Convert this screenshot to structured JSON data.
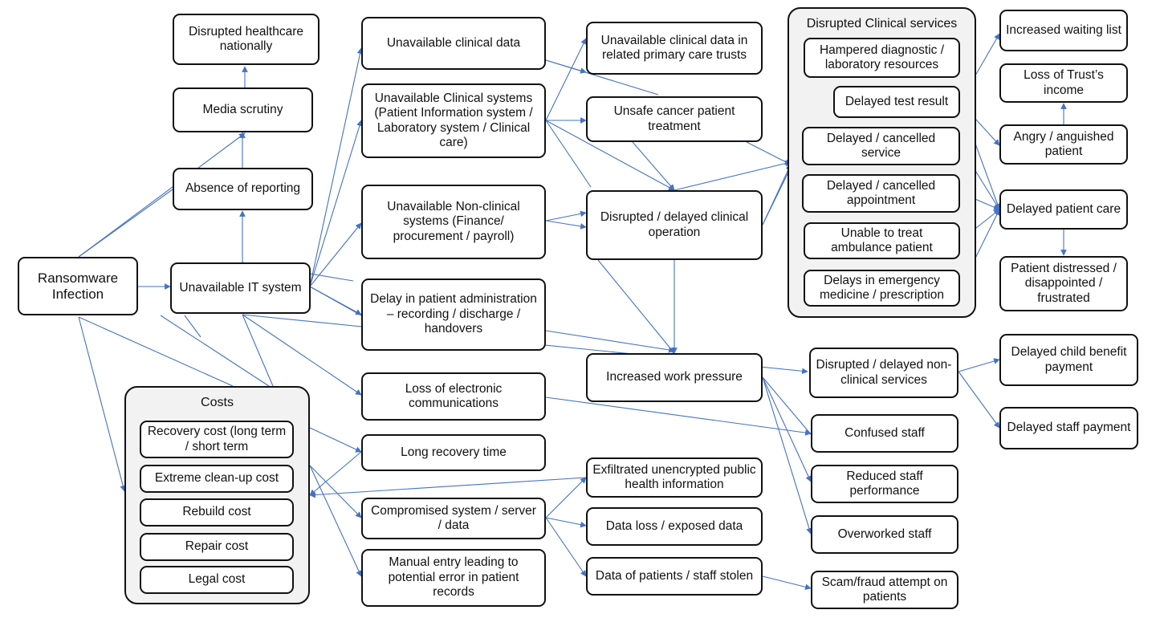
{
  "nodes": {
    "ransomware": "Ransomware Infection",
    "unavailable_it": "Unavailable IT system",
    "absence_reporting": "Absence of reporting",
    "media_scrutiny": "Media scrutiny",
    "disrupted_healthcare": "Disrupted healthcare nationally",
    "unavailable_clinical_data": "Unavailable clinical data",
    "unavailable_clinical_systems": "Unavailable Clinical systems (Patient Information system / Laboratory system / Clinical care)",
    "unavailable_nonclinical": "Unavailable Non-clinical systems (Finance/ procurement / payroll)",
    "delay_admin": "Delay in patient administration – recording / discharge / handovers",
    "loss_comms": "Loss of electronic communications",
    "long_recovery": "Long recovery time",
    "compromised": "Compromised system / server / data",
    "manual_entry": "Manual entry leading to potential error in patient records",
    "unavailable_primary": "Unavailable clinical data in related primary care trusts",
    "unsafe_cancer": "Unsafe cancer patient treatment",
    "disrupted_clinical_op": "Disrupted / delayed clinical operation",
    "increased_pressure": "Increased work pressure",
    "exfiltrated": "Exfiltrated unencrypted public health information",
    "data_loss": "Data loss / exposed data",
    "data_stolen": "Data of patients / staff stolen",
    "hampered_diag": "Hampered diagnostic / laboratory resources",
    "delayed_test": "Delayed test result",
    "delayed_service": "Delayed / cancelled service",
    "delayed_appointment": "Delayed / cancelled appointment",
    "unable_ambulance": "Unable to treat ambulance patient",
    "delays_emergency": "Delays in emergency medicine / prescription",
    "disrupted_nonclinical_services": "Disrupted / delayed non-clinical services",
    "confused_staff": "Confused staff",
    "reduced_perf": "Reduced staff performance",
    "overworked": "Overworked staff",
    "scam": "Scam/fraud attempt on patients",
    "waiting_list": "Increased waiting list",
    "loss_income": "Loss of Trust’s income",
    "angry_patient": "Angry / anguished patient",
    "delayed_care": "Delayed patient care",
    "patient_distressed": "Patient distressed / disappointed / frustrated",
    "child_benefit": "Delayed child benefit payment",
    "staff_payment": "Delayed staff payment",
    "recovery_cost": "Recovery cost (long term / short term",
    "cleanup_cost": "Extreme clean-up cost",
    "rebuild_cost": "Rebuild cost",
    "repair_cost": "Repair cost",
    "legal_cost": "Legal cost"
  },
  "groups": {
    "clinical_services": "Disrupted Clinical services",
    "costs": "Costs"
  },
  "colors": {
    "edge": "#4472c4",
    "border": "#111111",
    "group_fill": "#f2f2f2"
  }
}
